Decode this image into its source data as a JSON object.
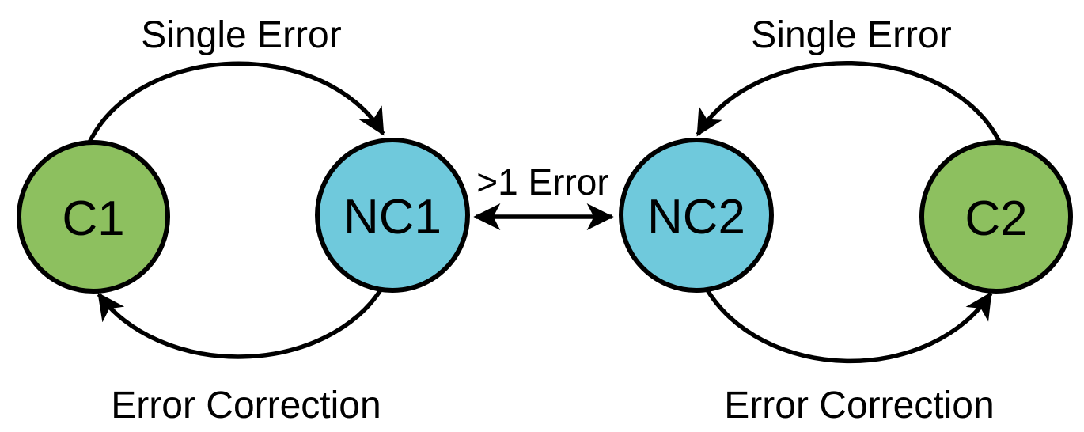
{
  "diagram": {
    "title": "error state transition diagram",
    "nodes": {
      "c1": {
        "label": "C1",
        "type": "corrected"
      },
      "nc1": {
        "label": "NC1",
        "type": "not-corrected"
      },
      "nc2": {
        "label": "NC2",
        "type": "not-corrected"
      },
      "c2": {
        "label": "C2",
        "type": "corrected"
      }
    },
    "edges": {
      "single_error_left": {
        "label": "Single Error",
        "from": "C1",
        "to": "NC1"
      },
      "error_correction_left": {
        "label": "Error Correction",
        "from": "NC1",
        "to": "C1"
      },
      "gt1_error": {
        "label": ">1 Error",
        "from": "NC1",
        "to": "NC2",
        "bidirectional": true
      },
      "single_error_right": {
        "label": "Single Error",
        "from": "C2",
        "to": "NC2"
      },
      "error_correction_right": {
        "label": "Error Correction",
        "from": "NC2",
        "to": "C2"
      }
    },
    "colors": {
      "corrected_fill": "#8DC05F",
      "not_corrected_fill": "#6FC9DC",
      "line": "#000000",
      "background": "#FFFFFF"
    }
  }
}
